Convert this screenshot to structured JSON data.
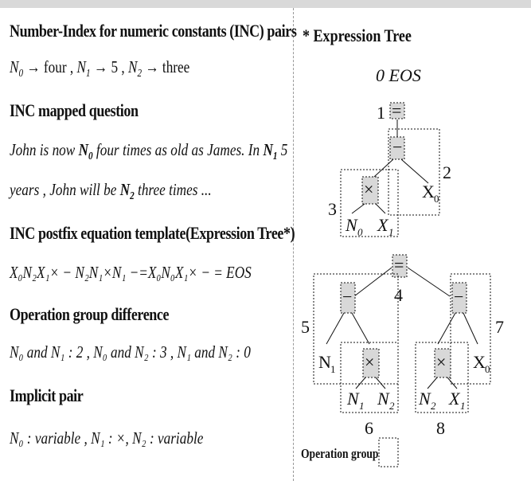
{
  "left": {
    "h1": "Number-Index for numeric constants (INC) pairs",
    "pairs": {
      "n0": "N",
      "n0_sub": "0",
      "arrow": "→",
      "n0_val": "four ,",
      "n1": "N",
      "n1_sub": "1",
      "n1_val": "5 ,",
      "n2": "N",
      "n2_sub": "2",
      "n2_val": "three"
    },
    "h2": "INC mapped question",
    "q_line1_a": "John is now ",
    "q_line1_n0": "N",
    "q_line1_n0_sub": "0",
    "q_line1_b": " four times as old as James. In ",
    "q_line1_n1": "N",
    "q_line1_n1_sub": "1",
    "q_line1_c": " 5",
    "q_line2_a": "years , John will be ",
    "q_line2_n2": "N",
    "q_line2_n2_sub": "2",
    "q_line2_b": " three times ...",
    "h3": "INC postfix equation template(Expression Tree*)",
    "postfix": "X₀N₂X₁× − N₂N₁×N₁ −=X₀N₀X₁× − = EOS",
    "h4": "Operation group difference",
    "diff": "N₀ and N₁ : 2 , N₀ and N₂ : 3 , N₁ and N₂ : 0",
    "h5": "Implicit pair",
    "implicit": "N₀ : variable , N₁ : ×, N₂ : variable"
  },
  "tree": {
    "title": "* Expression Tree",
    "eos": "0 EOS",
    "n1": "1",
    "n2": "2",
    "n3": "3",
    "n4": "4",
    "n5": "5",
    "n6": "6",
    "n7": "7",
    "n8": "8",
    "eq": "=",
    "minus": "−",
    "times": "×",
    "X0": "X",
    "X1": "X",
    "N0": "N",
    "N1": "N",
    "N2": "N",
    "s0": "0",
    "s1": "1",
    "s2": "2",
    "legend": "Operation group"
  },
  "colors": {
    "op_fill": "#d8d8d8",
    "divider": "#999999"
  }
}
